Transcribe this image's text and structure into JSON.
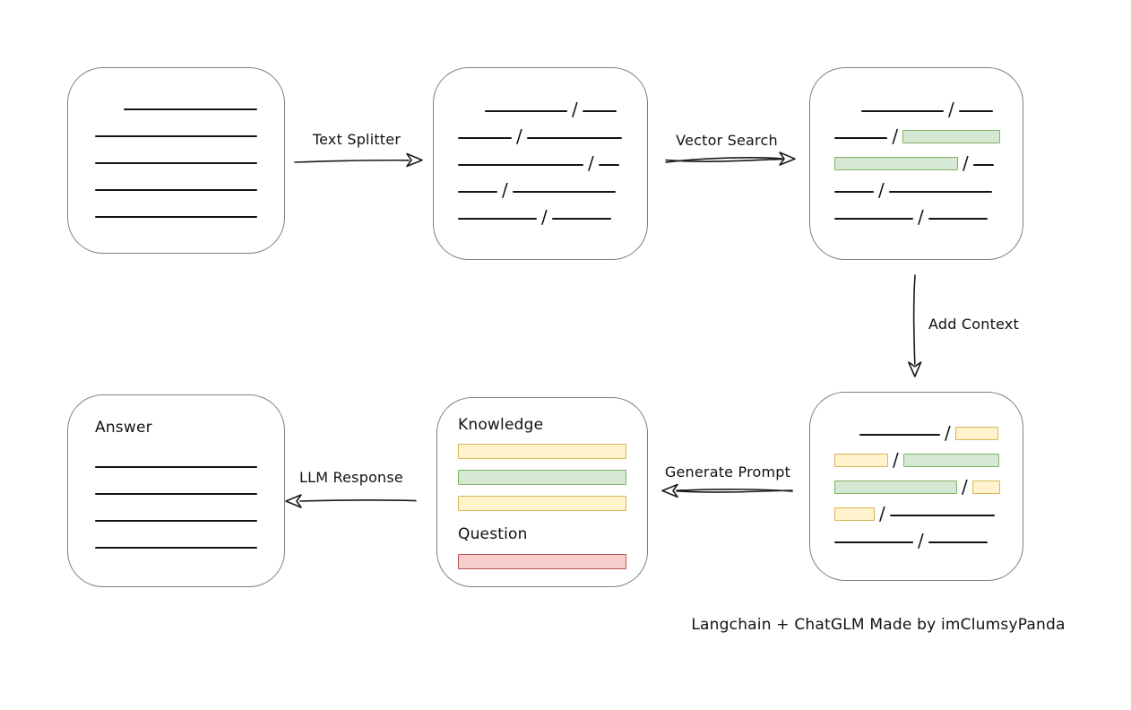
{
  "diagram": {
    "credit": "Langchain + ChatGLM Made by imClumsyPanda"
  },
  "colors": {
    "green_fill": "#d5e8d4",
    "green_border": "#82b366",
    "yellow_fill": "#fff2cc",
    "yellow_border": "#d6b656",
    "red_fill": "#f8cecc",
    "red_border": "#b85450",
    "box_border": "#808080",
    "ink": "#161616"
  },
  "arrows": {
    "text_splitter": {
      "label": "Text Splitter",
      "direction": "right"
    },
    "vector_search": {
      "label": "Vector Search",
      "direction": "right"
    },
    "add_context": {
      "label": "Add Context",
      "direction": "down"
    },
    "generate_prompt": {
      "label": "Generate Prompt",
      "direction": "left"
    },
    "llm_response": {
      "label": "LLM Response",
      "direction": "left"
    }
  },
  "boxes": {
    "source_document": {
      "rows": [
        [
          {
            "t": "sp",
            "w": 32
          },
          {
            "t": "ln",
            "w": 150
          }
        ],
        [
          {
            "t": "ln",
            "w": 182
          }
        ],
        [
          {
            "t": "ln",
            "w": 182
          }
        ],
        [
          {
            "t": "ln",
            "w": 182
          }
        ],
        [
          {
            "t": "ln",
            "w": 182
          }
        ]
      ]
    },
    "text_chunks": {
      "rows": [
        [
          {
            "t": "sp",
            "w": 30
          },
          {
            "t": "ln",
            "w": 92
          },
          {
            "t": "sl"
          },
          {
            "t": "ln",
            "w": 38
          }
        ],
        [
          {
            "t": "ln",
            "w": 60
          },
          {
            "t": "sl"
          },
          {
            "t": "ln",
            "w": 106
          }
        ],
        [
          {
            "t": "ln",
            "w": 140
          },
          {
            "t": "sl"
          },
          {
            "t": "ln",
            "w": 23
          }
        ],
        [
          {
            "t": "ln",
            "w": 44
          },
          {
            "t": "sl"
          },
          {
            "t": "ln",
            "w": 115
          }
        ],
        [
          {
            "t": "ln",
            "w": 88
          },
          {
            "t": "sl"
          },
          {
            "t": "ln",
            "w": 66
          }
        ]
      ]
    },
    "vector_matches": {
      "rows": [
        [
          {
            "t": "sp",
            "w": 30
          },
          {
            "t": "ln",
            "w": 92
          },
          {
            "t": "sl"
          },
          {
            "t": "ln",
            "w": 38
          }
        ],
        [
          {
            "t": "ln",
            "w": 60
          },
          {
            "t": "sl"
          },
          {
            "t": "ch",
            "c": "green",
            "w": 110
          }
        ],
        [
          {
            "t": "ch",
            "c": "green",
            "w": 138
          },
          {
            "t": "sl"
          },
          {
            "t": "ln",
            "w": 23
          }
        ],
        [
          {
            "t": "ln",
            "w": 44
          },
          {
            "t": "sl"
          },
          {
            "t": "ln",
            "w": 115
          }
        ],
        [
          {
            "t": "ln",
            "w": 88
          },
          {
            "t": "sl"
          },
          {
            "t": "ln",
            "w": 66
          }
        ]
      ]
    },
    "context_chunks": {
      "rows": [
        [
          {
            "t": "sp",
            "w": 28
          },
          {
            "t": "ln",
            "w": 90
          },
          {
            "t": "sl"
          },
          {
            "t": "ch",
            "c": "yellow",
            "w": 48
          }
        ],
        [
          {
            "t": "ch",
            "c": "yellow",
            "w": 60
          },
          {
            "t": "sl"
          },
          {
            "t": "ch",
            "c": "green",
            "w": 107
          }
        ],
        [
          {
            "t": "ch",
            "c": "green",
            "w": 137
          },
          {
            "t": "sl"
          },
          {
            "t": "ch",
            "c": "yellow",
            "w": 31
          }
        ],
        [
          {
            "t": "ch",
            "c": "yellow",
            "w": 45
          },
          {
            "t": "sl"
          },
          {
            "t": "ln",
            "w": 117
          }
        ],
        [
          {
            "t": "ln",
            "w": 88
          },
          {
            "t": "sl"
          },
          {
            "t": "ln",
            "w": 66
          }
        ]
      ]
    },
    "prompt": {
      "knowledge_label": "Knowledge",
      "question_label": "Question",
      "knowledge_rows": [
        [
          {
            "t": "ch",
            "c": "yellow",
            "w": 190
          }
        ],
        [
          {
            "t": "ch",
            "c": "green",
            "w": 190
          }
        ],
        [
          {
            "t": "ch",
            "c": "yellow",
            "w": 190
          }
        ]
      ],
      "question_rows": [
        [
          {
            "t": "ch",
            "c": "red",
            "w": 190
          }
        ]
      ]
    },
    "answer": {
      "label": "Answer",
      "rows": [
        [
          {
            "t": "ln",
            "w": 182
          }
        ],
        [
          {
            "t": "ln",
            "w": 182
          }
        ],
        [
          {
            "t": "ln",
            "w": 182
          }
        ],
        [
          {
            "t": "ln",
            "w": 182
          }
        ]
      ]
    }
  }
}
